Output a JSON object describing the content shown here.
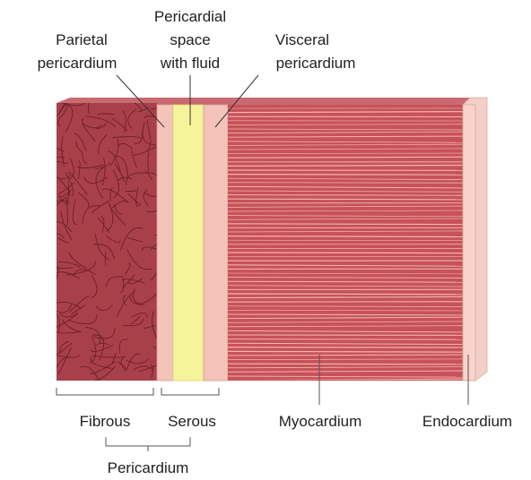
{
  "labels": {
    "pericardial_space_line1": "Pericardial",
    "pericardial_space_line2": "space",
    "pericardial_space_line3": "with fluid",
    "parietal_line1": "Parietal",
    "parietal_line2": "pericardium",
    "visceral_line1": "Visceral",
    "visceral_line2": "pericardium",
    "fibrous": "Fibrous",
    "serous": "Serous",
    "pericardium": "Pericardium",
    "myocardium": "Myocardium",
    "endocardium": "Endocardium"
  },
  "colors": {
    "fibrous_fill": "#a8404a",
    "fibrous_fiber": "#6e1e28",
    "serous_membrane": "#f4c3ba",
    "fluid": "#f6f49a",
    "myocardium_fill": "#c7525a",
    "myocardium_stripe": "#f2b4ae",
    "endocardium": "#f7d3cb",
    "leader_line": "#333333"
  }
}
